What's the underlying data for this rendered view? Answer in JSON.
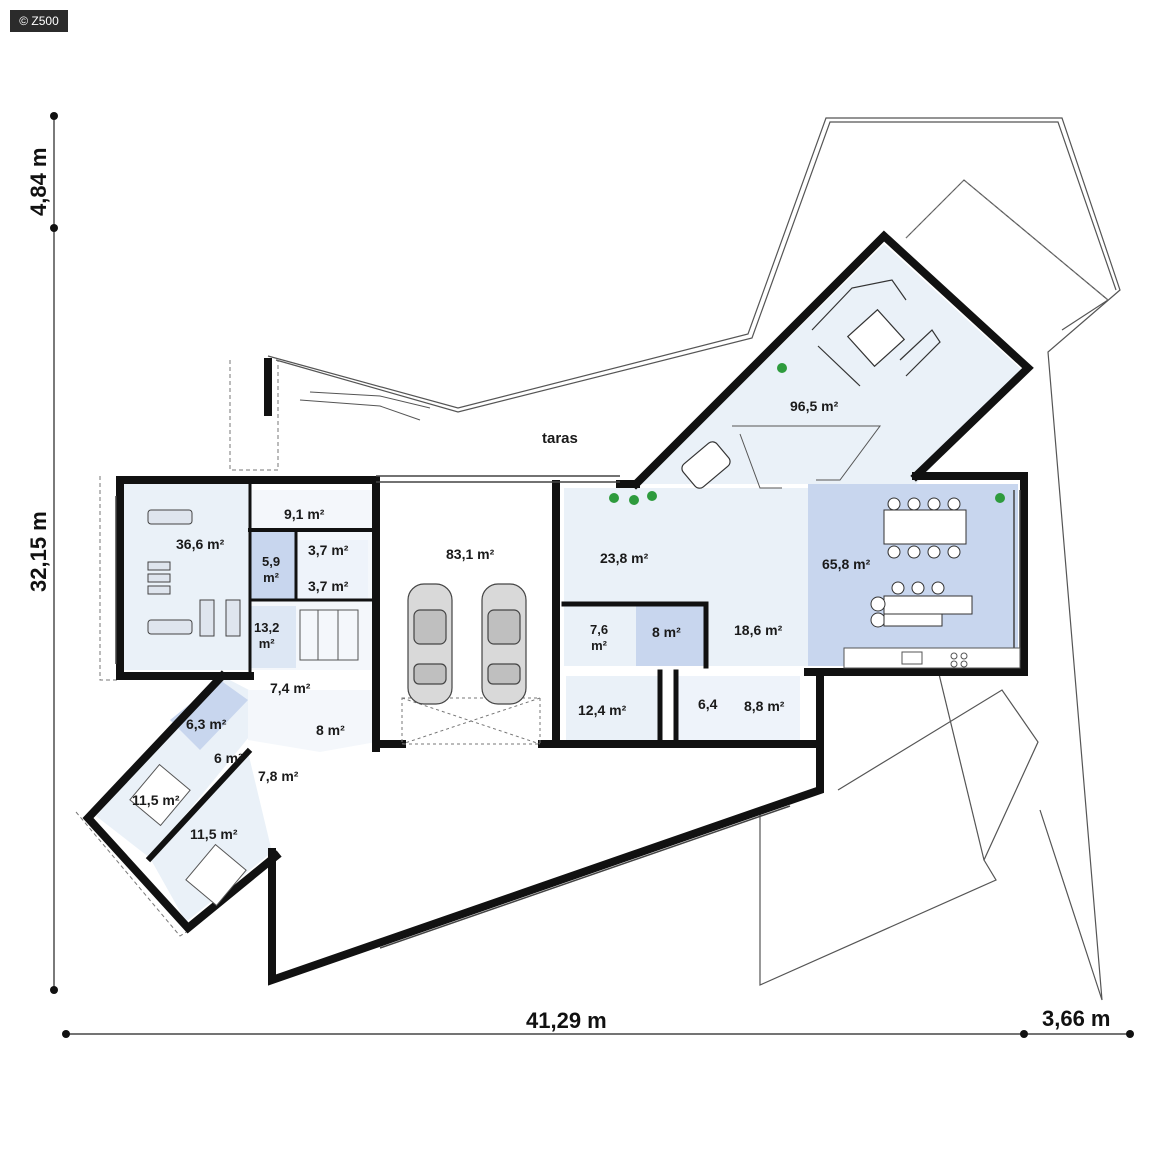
{
  "logo": {
    "text": "© Z500"
  },
  "dimensions": {
    "width_total": "41,29 m",
    "width_extra": "3,66 m",
    "height_total": "32,15 m",
    "height_extra": "4,84 m"
  },
  "terrace": {
    "label": "taras"
  },
  "rooms": {
    "gym": "36,6 m²",
    "closet_top": "9,1 m²",
    "wc_a": "3,7 m²",
    "wc_b": "3,7 m²",
    "room_59_a": "5,9",
    "room_59_b": "m²",
    "room_132_a": "13,2",
    "room_132_b": "m²",
    "garage": "83,1 m²",
    "hall_entry": "23,8 m²",
    "wardrobe_76_a": "7,6",
    "wardrobe_76_b": "m²",
    "bath_8": "8 m²",
    "hall_186": "18,6 m²",
    "dining_kitchen": "65,8 m²",
    "living": "96,5 m²",
    "corridor_74": "7,4 m²",
    "laundry_63": "6,3 m²",
    "room_8_left": "8 m²",
    "hall_6": "6 m²",
    "bath_78": "7,8 m²",
    "bedroom_a": "11,5 m²",
    "bedroom_b": "11,5 m²",
    "office_124": "12,4 m²",
    "closet_64": "6,4",
    "room_88": "8,8 m²"
  },
  "colors": {
    "wall": "#111111",
    "floor": "#eaf1f8",
    "floor_blue": "#c8d6ee",
    "line": "#6b6b6b"
  },
  "icons": [
    "car-icon",
    "car-icon",
    "plant-icon",
    "sofa-icon",
    "dining-table-icon",
    "stairs-icon",
    "treadmill-icon",
    "bed-icon"
  ]
}
